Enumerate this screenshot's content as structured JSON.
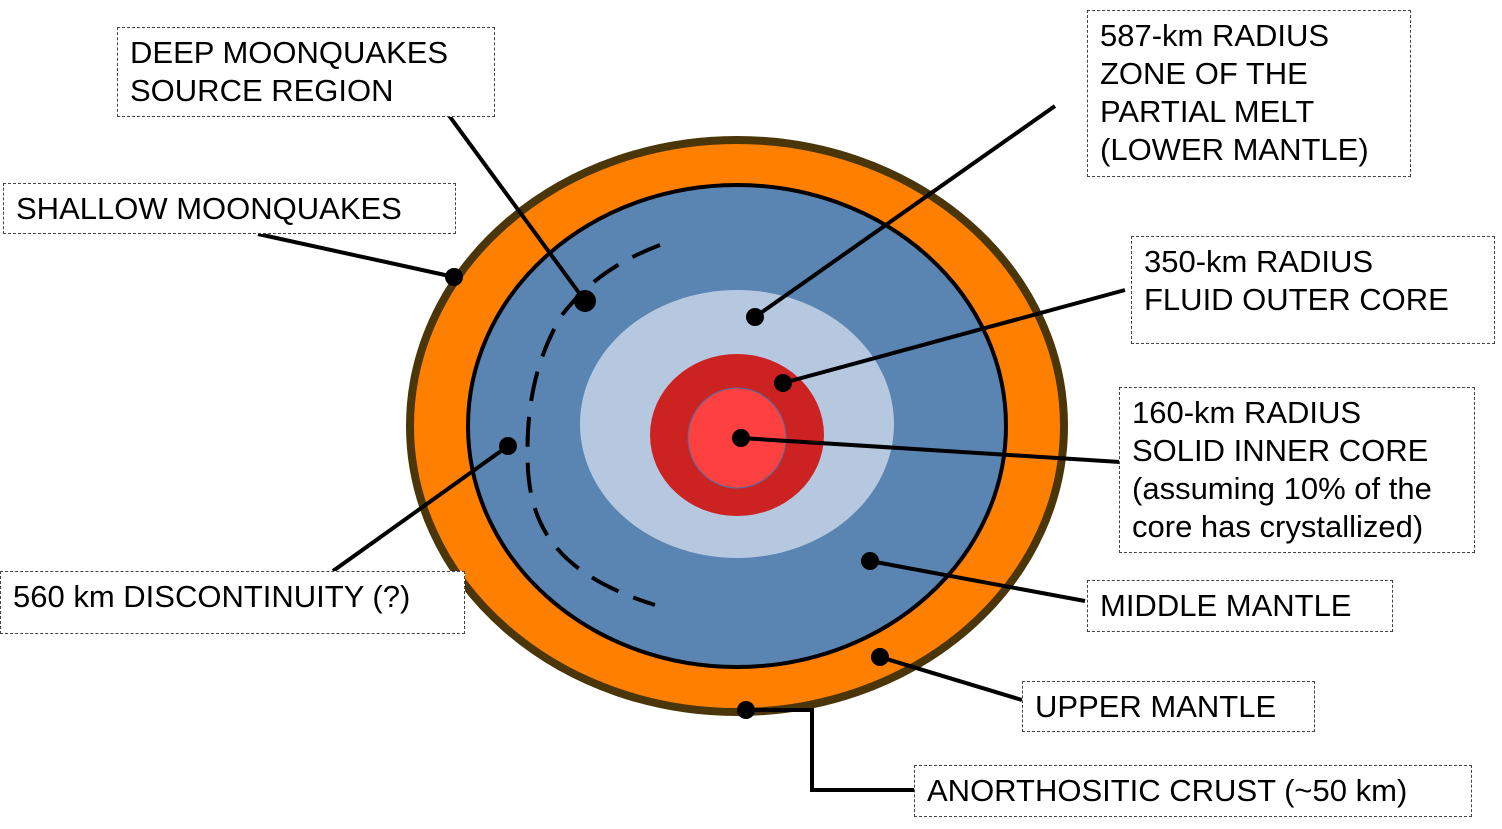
{
  "colors": {
    "crust_outline": "#4a3608",
    "upper_mantle": "#ff8000",
    "middle_mantle": "#5a84b2",
    "lower_mantle": "#b5c8e0",
    "outer_core": "#cc2222",
    "inner_core": "#ff4040",
    "leader": "#000000"
  },
  "labels": {
    "deep_moonquakes": [
      "DEEP MOONQUAKES",
      "SOURCE REGION"
    ],
    "shallow_moonquakes": [
      "SHALLOW MOONQUAKES"
    ],
    "partial_melt": [
      "587-km RADIUS",
      "ZONE OF THE",
      "PARTIAL MELT",
      "(LOWER MANTLE)"
    ],
    "outer_core": [
      "350-km RADIUS",
      "FLUID OUTER CORE"
    ],
    "inner_core": [
      "160-km RADIUS",
      "SOLID INNER CORE",
      "(assuming 10% of the",
      "core has crystallized)"
    ],
    "discontinuity": [
      "560 km DISCONTINUITY (?)"
    ],
    "middle_mantle": [
      "MIDDLE MANTLE"
    ],
    "upper_mantle": [
      "UPPER MANTLE"
    ],
    "crust": [
      "ANORTHOSITIC CRUST (~50 km)"
    ]
  }
}
